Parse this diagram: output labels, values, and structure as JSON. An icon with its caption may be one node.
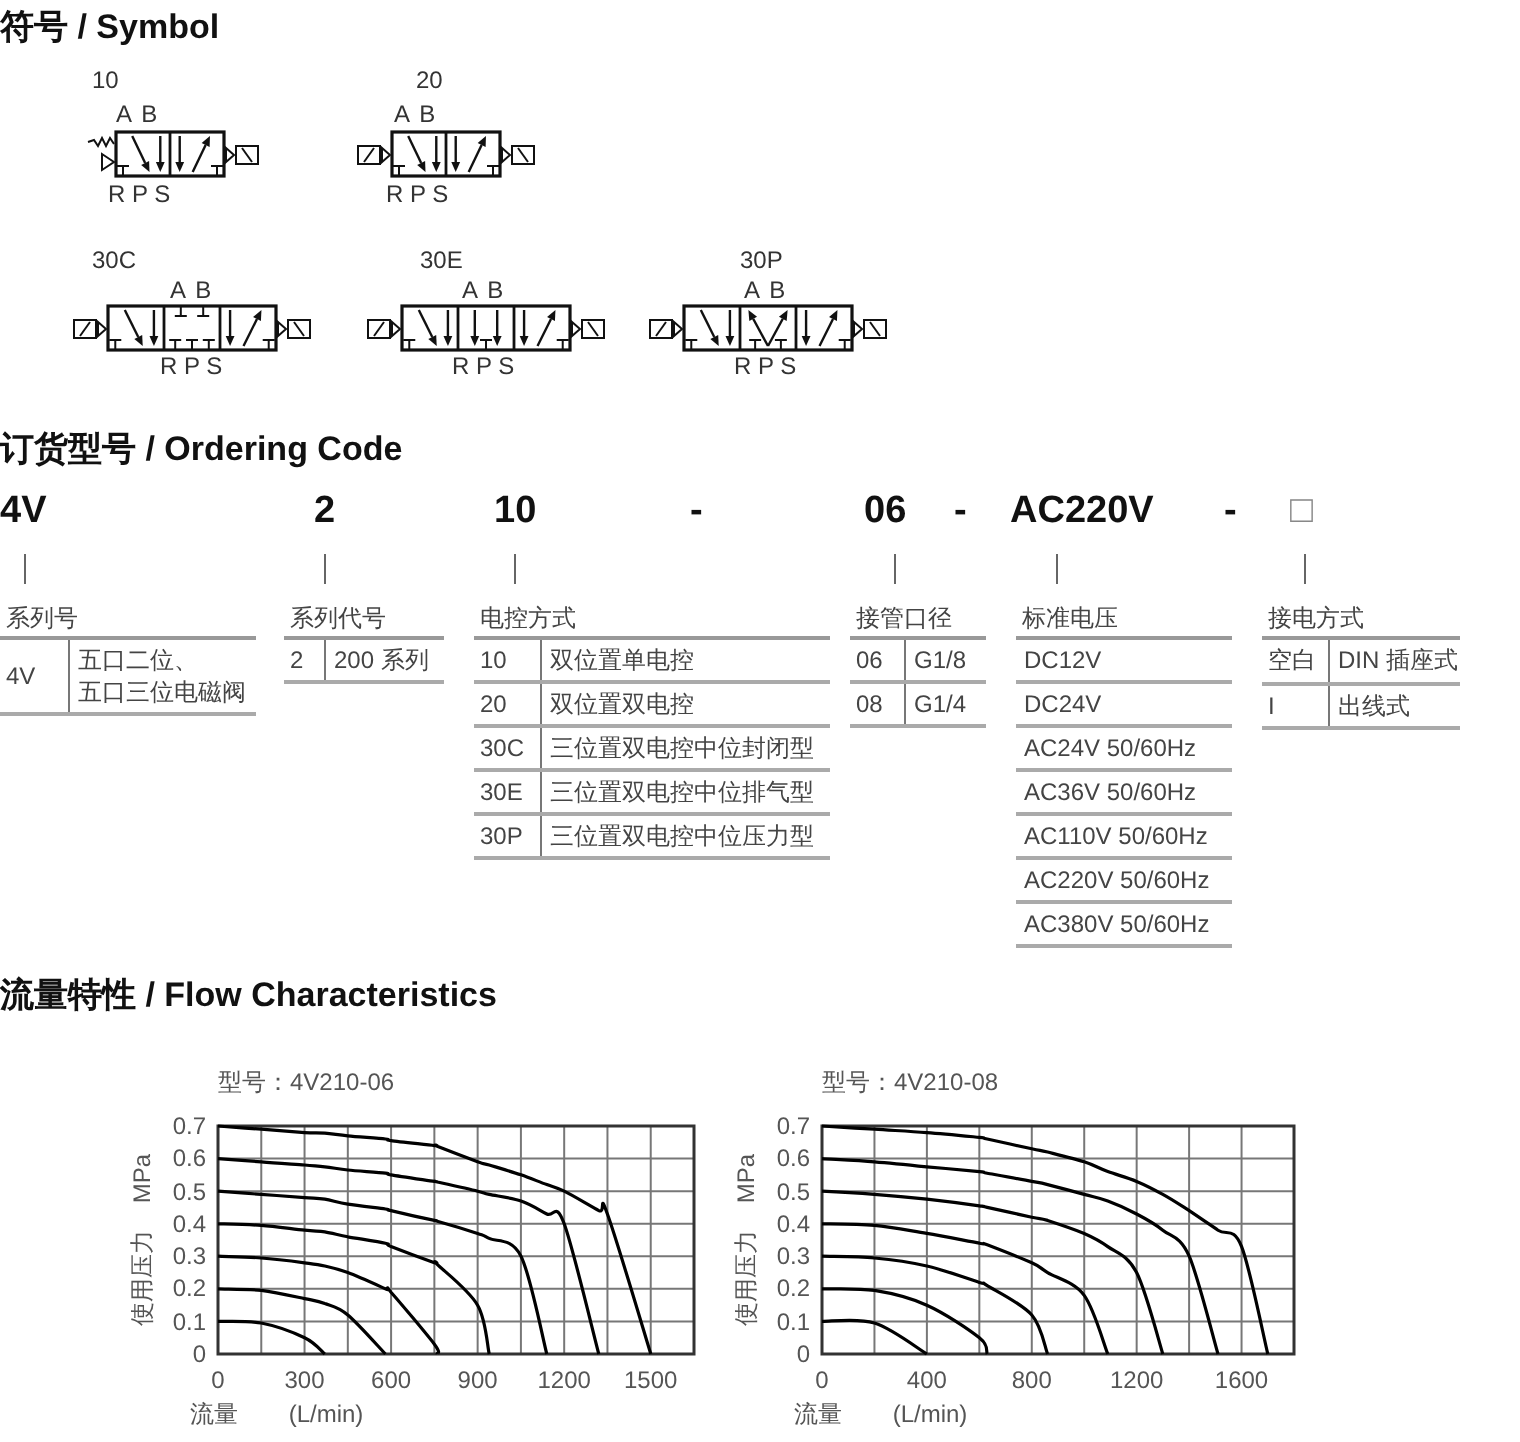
{
  "diagram": {
    "labels": [
      "符号 / Symbol",
      "10",
      "A B",
      "R P S",
      "20",
      "A B",
      "R P S",
      "30C",
      "A B",
      "R P S",
      "30E",
      "A B",
      "R P S",
      "30P",
      "A B",
      "R P S",
      "订货型号 / Ordering Code",
      "4V",
      "2",
      "10",
      "-",
      "06",
      "-",
      "AC220V",
      "-",
      "□",
      "系列号",
      "4V",
      "五口二位、五口三位电磁阀",
      "系列代号",
      "2",
      "200 系列",
      "电控方式",
      "10",
      "双位置单电控",
      "20",
      "双位置双电控",
      "30C",
      "三位置双电控中位封闭型",
      "30E",
      "三位置双电控中位排气型",
      "30P",
      "三位置双电控中位压力型",
      "接管口径",
      "06",
      "G1/8",
      "08",
      "G1/4",
      "标准电压",
      "DC12V",
      "DC24V",
      "AC24V 50/60Hz",
      "AC36V 50/60Hz",
      "AC110V 50/60Hz",
      "AC220V 50/60Hz",
      "AC380V 50/60Hz",
      "接电方式",
      "空白",
      "DIN 插座式",
      "I",
      "出线式",
      "流量特性 / Flow Characteristics"
    ],
    "chart_data": [
      {
        "type": "line",
        "title": "型号：4V210-06",
        "xlabel": "流量 (L/min)",
        "ylabel": "使用压力 MPa",
        "x": [
          0,
          150,
          300,
          370,
          450,
          580,
          600,
          750,
          760,
          900,
          940,
          1050,
          1140,
          1200,
          1320,
          1350,
          1500
        ],
        "series": [
          {
            "color": "#000000",
            "values": [
              0.1,
              0.095,
              0.05,
              0,
              null,
              null,
              null,
              null,
              null,
              null,
              null,
              null,
              null,
              null,
              null,
              null,
              null
            ]
          },
          {
            "color": "#000000",
            "values": [
              0.2,
              0.195,
              0.17,
              0.155,
              0.12,
              0,
              null,
              null,
              null,
              null,
              null,
              null,
              null,
              null,
              null,
              null,
              null
            ]
          },
          {
            "color": "#000000",
            "values": [
              0.3,
              0.295,
              0.28,
              0.27,
              0.25,
              0.2,
              0.19,
              0.03,
              0,
              null,
              null,
              null,
              null,
              null,
              null,
              null,
              null
            ]
          },
          {
            "color": "#000000",
            "values": [
              0.4,
              0.395,
              0.38,
              0.375,
              0.36,
              0.34,
              0.33,
              0.28,
              0.275,
              0.15,
              0,
              null,
              null,
              null,
              null,
              null,
              null
            ]
          },
          {
            "color": "#000000",
            "values": [
              0.5,
              0.49,
              0.48,
              0.475,
              0.46,
              0.445,
              0.44,
              0.41,
              0.408,
              0.37,
              0.355,
              0.3,
              0,
              null,
              null,
              null,
              null
            ]
          },
          {
            "color": "#000000",
            "values": [
              0.6,
              0.59,
              0.58,
              0.575,
              0.565,
              0.555,
              0.55,
              0.53,
              0.528,
              0.5,
              0.49,
              0.47,
              0.43,
              0.4,
              0,
              null,
              null
            ]
          },
          {
            "color": "#000000",
            "values": [
              0.7,
              0.69,
              0.68,
              0.678,
              0.67,
              0.66,
              0.655,
              0.64,
              0.638,
              0.59,
              0.58,
              0.55,
              0.52,
              0.5,
              0.44,
              0.43,
              0
            ]
          }
        ],
        "grid": true,
        "xlim": [
          0,
          1650
        ],
        "ylim": [
          0,
          0.7
        ],
        "xticks": [
          0,
          300,
          600,
          900,
          1200,
          1500
        ],
        "yticks": [
          0,
          0.1,
          0.2,
          0.3,
          0.4,
          0.5,
          0.6,
          0.7
        ]
      },
      {
        "type": "line",
        "title": "型号：4V210-08",
        "xlabel": "流量 (L/min)",
        "ylabel": "使用压力 MPa",
        "x": [
          0,
          200,
          400,
          600,
          630,
          800,
          860,
          1000,
          1090,
          1200,
          1300,
          1400,
          1510,
          1600,
          1700
        ],
        "series": [
          {
            "color": "#000000",
            "values": [
              0.1,
              0.095,
              0,
              null,
              null,
              null,
              null,
              null,
              null,
              null,
              null,
              null,
              null,
              null,
              null
            ]
          },
          {
            "color": "#000000",
            "values": [
              0.2,
              0.195,
              0.15,
              0.05,
              0,
              null,
              null,
              null,
              null,
              null,
              null,
              null,
              null,
              null,
              null
            ]
          },
          {
            "color": "#000000",
            "values": [
              0.3,
              0.295,
              0.27,
              0.22,
              0.21,
              0.12,
              0,
              null,
              null,
              null,
              null,
              null,
              null,
              null,
              null
            ]
          },
          {
            "color": "#000000",
            "values": [
              0.4,
              0.395,
              0.37,
              0.34,
              0.335,
              0.28,
              0.25,
              0.18,
              0,
              null,
              null,
              null,
              null,
              null,
              null
            ]
          },
          {
            "color": "#000000",
            "values": [
              0.5,
              0.49,
              0.475,
              0.455,
              0.45,
              0.42,
              0.41,
              0.37,
              0.33,
              0.25,
              0,
              null,
              null,
              null,
              null
            ]
          },
          {
            "color": "#000000",
            "values": [
              0.6,
              0.59,
              0.575,
              0.56,
              0.555,
              0.53,
              0.52,
              0.49,
              0.47,
              0.43,
              0.38,
              0.3,
              0,
              null,
              null
            ]
          },
          {
            "color": "#000000",
            "values": [
              0.7,
              0.69,
              0.68,
              0.665,
              0.66,
              0.63,
              0.62,
              0.59,
              0.56,
              0.53,
              0.49,
              0.44,
              0.38,
              0.33,
              0
            ]
          }
        ],
        "grid": true,
        "xlim": [
          0,
          1800
        ],
        "ylim": [
          0,
          0.7
        ],
        "xticks": [
          0,
          400,
          800,
          1200,
          1600
        ],
        "yticks": [
          0,
          0.1,
          0.2,
          0.3,
          0.4,
          0.5,
          0.6,
          0.7
        ]
      }
    ]
  }
}
